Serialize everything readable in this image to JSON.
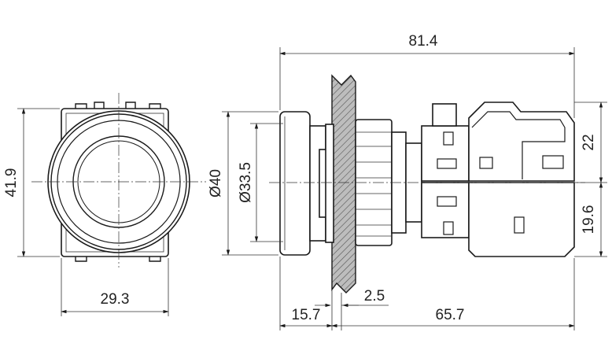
{
  "dimensions": {
    "height_front": "41.9",
    "width_front": "29.3",
    "diameter_outer": "Ø40",
    "diameter_inner": "Ø33.5",
    "overall_length": "81.4",
    "contact_upper": "22",
    "contact_lower": "19.6",
    "panel_thickness": "2.5",
    "front_protrusion": "15.7",
    "rear_depth": "65.7"
  },
  "colors": {
    "line": "#1a1a1a",
    "hatch_fill": "#a8a8a8",
    "background": "#ffffff"
  }
}
